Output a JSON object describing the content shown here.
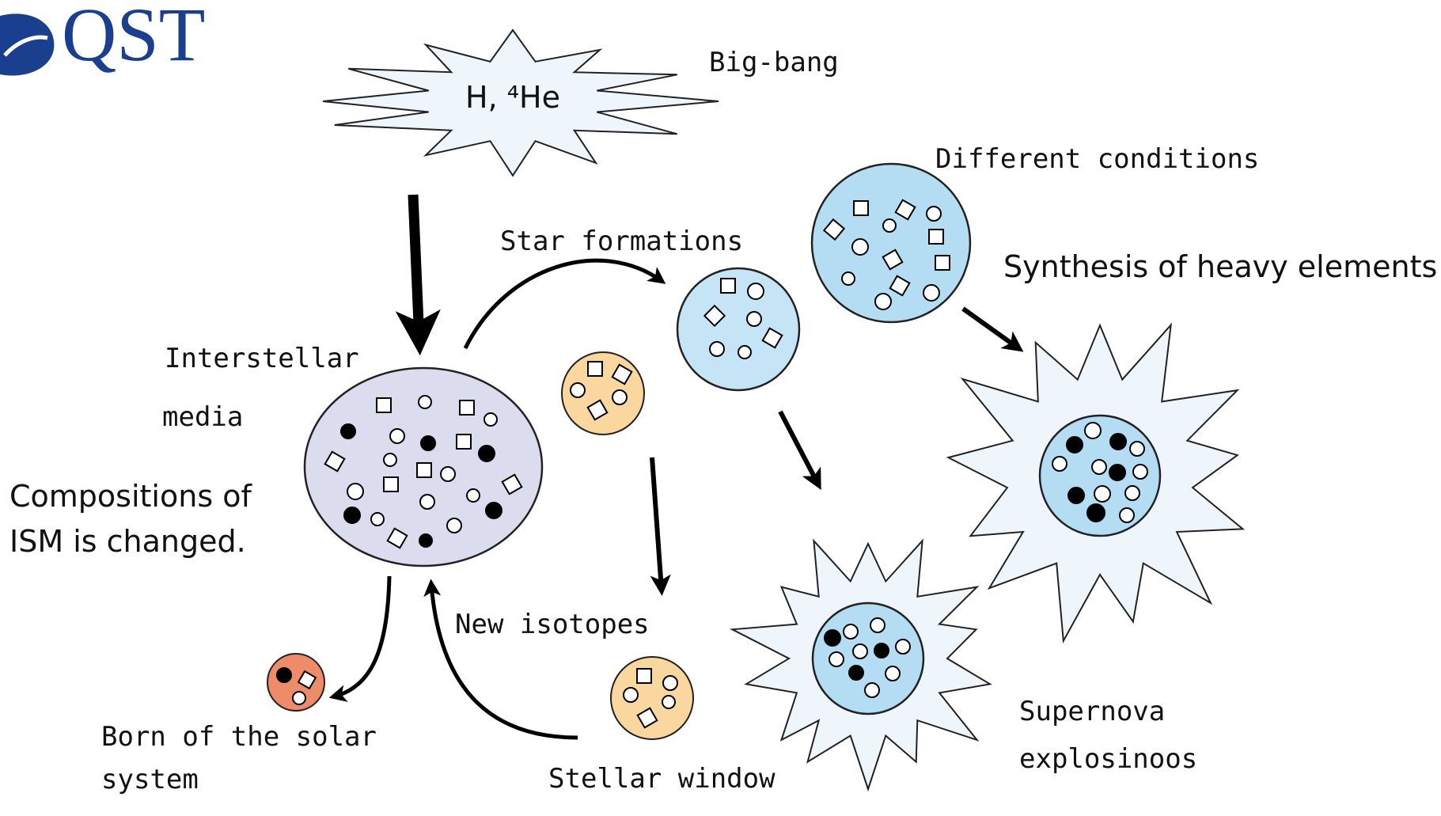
{
  "logo": {
    "text": "QST"
  },
  "labels": {
    "big_bang_content": "H, ⁴He",
    "big_bang": "Big-bang",
    "different_conditions": "Different conditions",
    "synthesis": "Synthesis of heavy elements",
    "star_formations": "Star formations",
    "ism_line1": "Interstellar",
    "ism_line2": "media",
    "ism_changed_line1": "Compositions of",
    "ism_changed_line2": "ISM is changed.",
    "new_isotopes": "New isotopes",
    "born_line1": "Born of the solar",
    "born_line2": "system",
    "stellar_window": "Stellar window",
    "supernova_line1": "Supernova",
    "supernova_line2": "explosinoos"
  },
  "colors": {
    "ism_fill": "#dcdcef",
    "cloud_blue": "#b4ddf4",
    "star_fill": "#eef5fb",
    "window_orange": "#f9d79f",
    "solar_red": "#ee8c6a",
    "logo_blue": "#1b3f8f"
  }
}
